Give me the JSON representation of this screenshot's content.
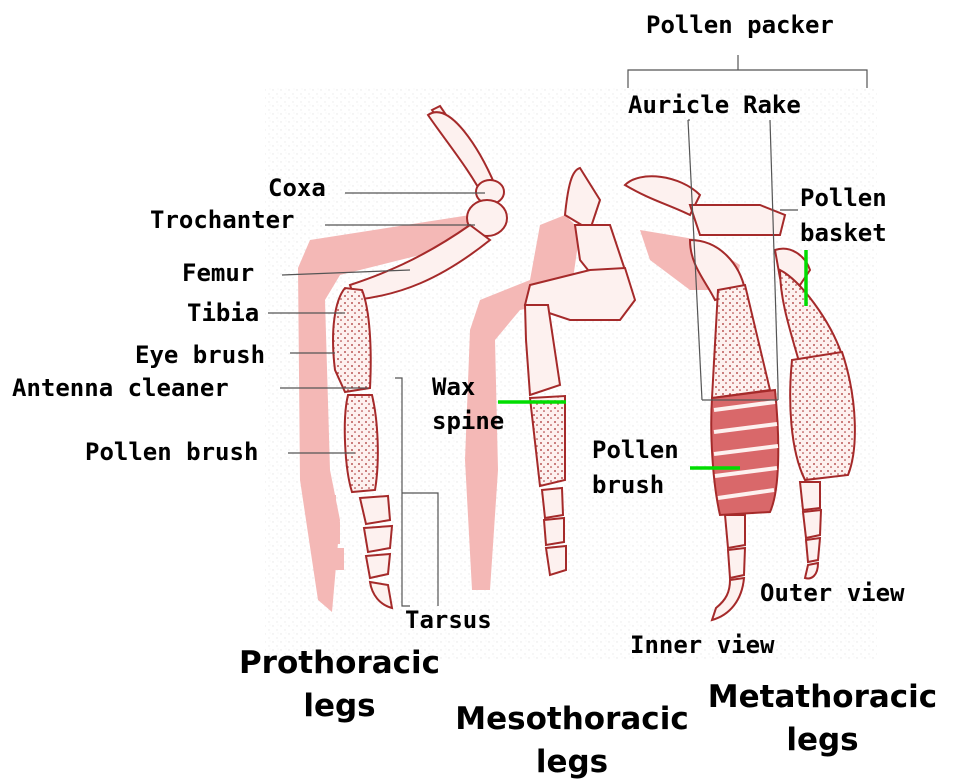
{
  "title": "Pollen packer",
  "parts": {
    "coxa": "Coxa",
    "trochanter": "Trochanter",
    "femur": "Femur",
    "tibia": "Tibia",
    "eye_brush": "Eye brush",
    "antenna_cleaner": "Antenna cleaner",
    "pollen_brush": "Pollen brush",
    "tarsus": "Tarsus",
    "wax_spine": [
      "Wax",
      "spine"
    ],
    "pollen_brush_hind": [
      "Pollen",
      "brush"
    ],
    "auricle": "Auricle",
    "rake": "Rake",
    "pollen_basket": [
      "Pollen",
      "basket"
    ],
    "inner_view": "Inner view",
    "outer_view": "Outer view"
  },
  "groups": {
    "prothoracic": [
      "Prothoracic",
      "legs"
    ],
    "mesothoracic": [
      "Mesothoracic",
      "legs"
    ],
    "metathoracic": [
      "Metathoracic",
      "legs"
    ]
  },
  "colors": {
    "leg_outline": "#a52a2a",
    "leg_fill_back": "#f4b8b6",
    "leg_fill_front": "#fdf1ef",
    "pollen_stripes": "#d9686a",
    "green_pointer": "#00dd00",
    "leader_line": "#555555"
  }
}
